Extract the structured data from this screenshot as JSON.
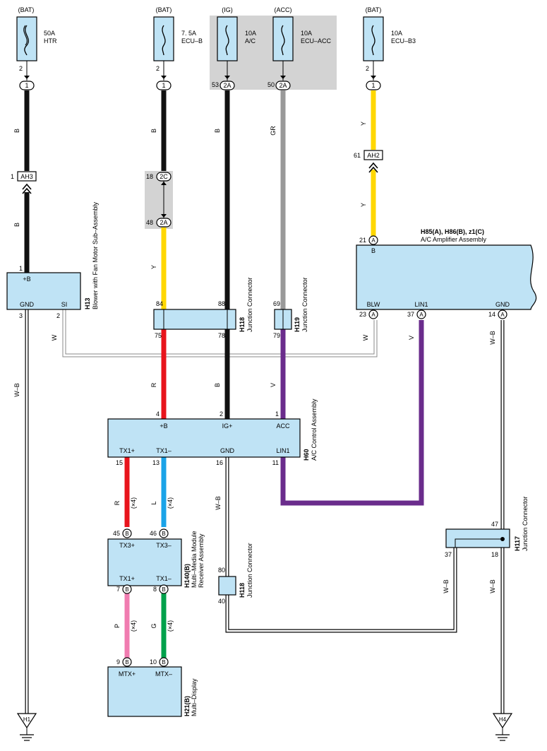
{
  "colors": {
    "B": "#111111",
    "Y": "#ffd700",
    "R": "#e8141c",
    "GR": "#999999",
    "V": "#6a2c8c",
    "L": "#1aa3e8",
    "P": "#f07cb0",
    "G": "#00a14b",
    "W": "#ffffff",
    "component": "#bfe3f5",
    "shade": "#d3d3d3"
  },
  "sources": [
    {
      "supply": "(BAT)",
      "rating": "50A",
      "name": "HTR",
      "pin": "2",
      "conn": "1"
    },
    {
      "supply": "(BAT)",
      "rating": "7. 5A",
      "name": "ECU–B",
      "pin": "2",
      "conn": "1"
    },
    {
      "supply": "(IG)",
      "rating": "10A",
      "name": "A/C",
      "pin": "53",
      "conn": "2A"
    },
    {
      "supply": "(ACC)",
      "rating": "10A",
      "name": "ECU–ACC",
      "pin": "50",
      "conn": "2A"
    },
    {
      "supply": "(BAT)",
      "rating": "10A",
      "name": "ECU–B3",
      "pin": "2",
      "conn": "1"
    }
  ],
  "wires": {
    "b": "B",
    "y": "Y",
    "gr": "GR",
    "r": "R",
    "v": "V",
    "w": "W",
    "wb": "W–B",
    "l": "L",
    "p": "P",
    "g": "G",
    "x4": "(×4)"
  },
  "inline": {
    "ah3": {
      "pin": "1",
      "label": "AH3"
    },
    "ah2": {
      "pin": "61",
      "label": "AH2"
    },
    "c2c": {
      "pin": "18",
      "label": "2C"
    },
    "c2a": {
      "pin": "48",
      "label": "2A"
    }
  },
  "h13": {
    "code": "H13",
    "name": "Blower with Fan Motor Sub–Assembly",
    "plusB": "+B",
    "gnd": "GND",
    "si": "SI",
    "pin_plusB": "1",
    "pin_gnd": "3",
    "pin_si": "2"
  },
  "h85": {
    "title": "H85(A), H86(B), z1(C)",
    "name": "A/C Amplifier Assembly",
    "b": "B",
    "blw": "BLW",
    "lin1": "LIN1",
    "gnd": "GND",
    "pin_b": "21",
    "pin_blw": "23",
    "pin_lin1": "37",
    "pin_gnd": "14",
    "conn": "A"
  },
  "h118a": {
    "code": "H118",
    "name": "Junction Connector",
    "p84": "84",
    "p88": "88",
    "p75": "75",
    "p78": "78"
  },
  "h119": {
    "code": "H119",
    "name": "Junction Connector",
    "p69": "69",
    "p79": "79"
  },
  "h60": {
    "code": "H60",
    "name": "A/C Control Assembly",
    "plusB": "+B",
    "ig": "IG+",
    "acc": "ACC",
    "tx1p": "TX1+",
    "tx1m": "TX1–",
    "gnd": "GND",
    "lin1": "LIN1",
    "p4": "4",
    "p2": "2",
    "p1": "1",
    "p15": "15",
    "p13": "13",
    "p16": "16",
    "p11": "11"
  },
  "h140": {
    "code": "H140(B)",
    "name1": "Multi–Media Module",
    "name2": "Receiver Assembly",
    "tx3p": "TX3+",
    "tx3m": "TX3–",
    "tx1p": "TX1+",
    "tx1m": "TX1–",
    "p45": "45",
    "p46": "46",
    "p7": "7",
    "p8": "8",
    "conn": "B"
  },
  "h21": {
    "code": "H21(B)",
    "name": "Multi–Display",
    "mtxp": "MTX+",
    "mtxm": "MTX–",
    "p9": "9",
    "p10": "10",
    "conn": "B"
  },
  "h118b": {
    "code": "H118",
    "name": "Junction Connector",
    "p80": "80",
    "p40": "40"
  },
  "h117": {
    "code": "H117",
    "name": "Junction Connector",
    "p47": "47",
    "p37": "37",
    "p18": "18"
  },
  "grounds": {
    "h1": "H1",
    "h4": "H4"
  }
}
